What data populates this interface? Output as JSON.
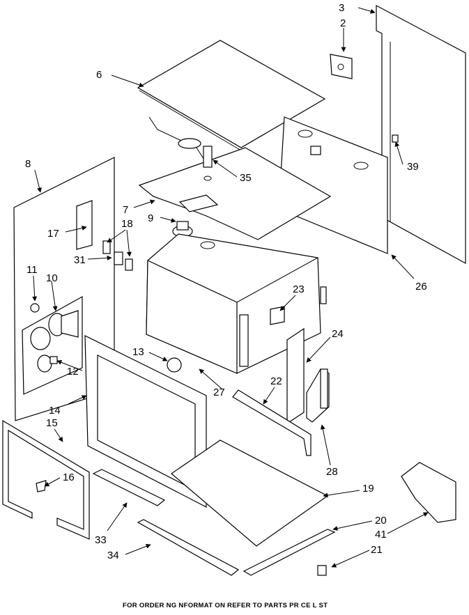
{
  "callouts": {
    "c2": "2",
    "c3": "3",
    "c6": "6",
    "c7": "7",
    "c8": "8",
    "c9": "9",
    "c10": "10",
    "c11": "11",
    "c12": "12",
    "c13": "13",
    "c14": "14",
    "c15": "15",
    "c16": "16",
    "c17": "17",
    "c18": "18",
    "c19": "19",
    "c20": "20",
    "c21": "21",
    "c22": "22",
    "c23": "23",
    "c24": "24",
    "c26": "26",
    "c27": "27",
    "c28": "28",
    "c31": "31",
    "c33": "33",
    "c34": "34",
    "c35": "35",
    "c39": "39",
    "c41": "41"
  },
  "footer": "FOR ORDER NG  NFORMAT ON REFER TO PARTS PR CE L ST"
}
